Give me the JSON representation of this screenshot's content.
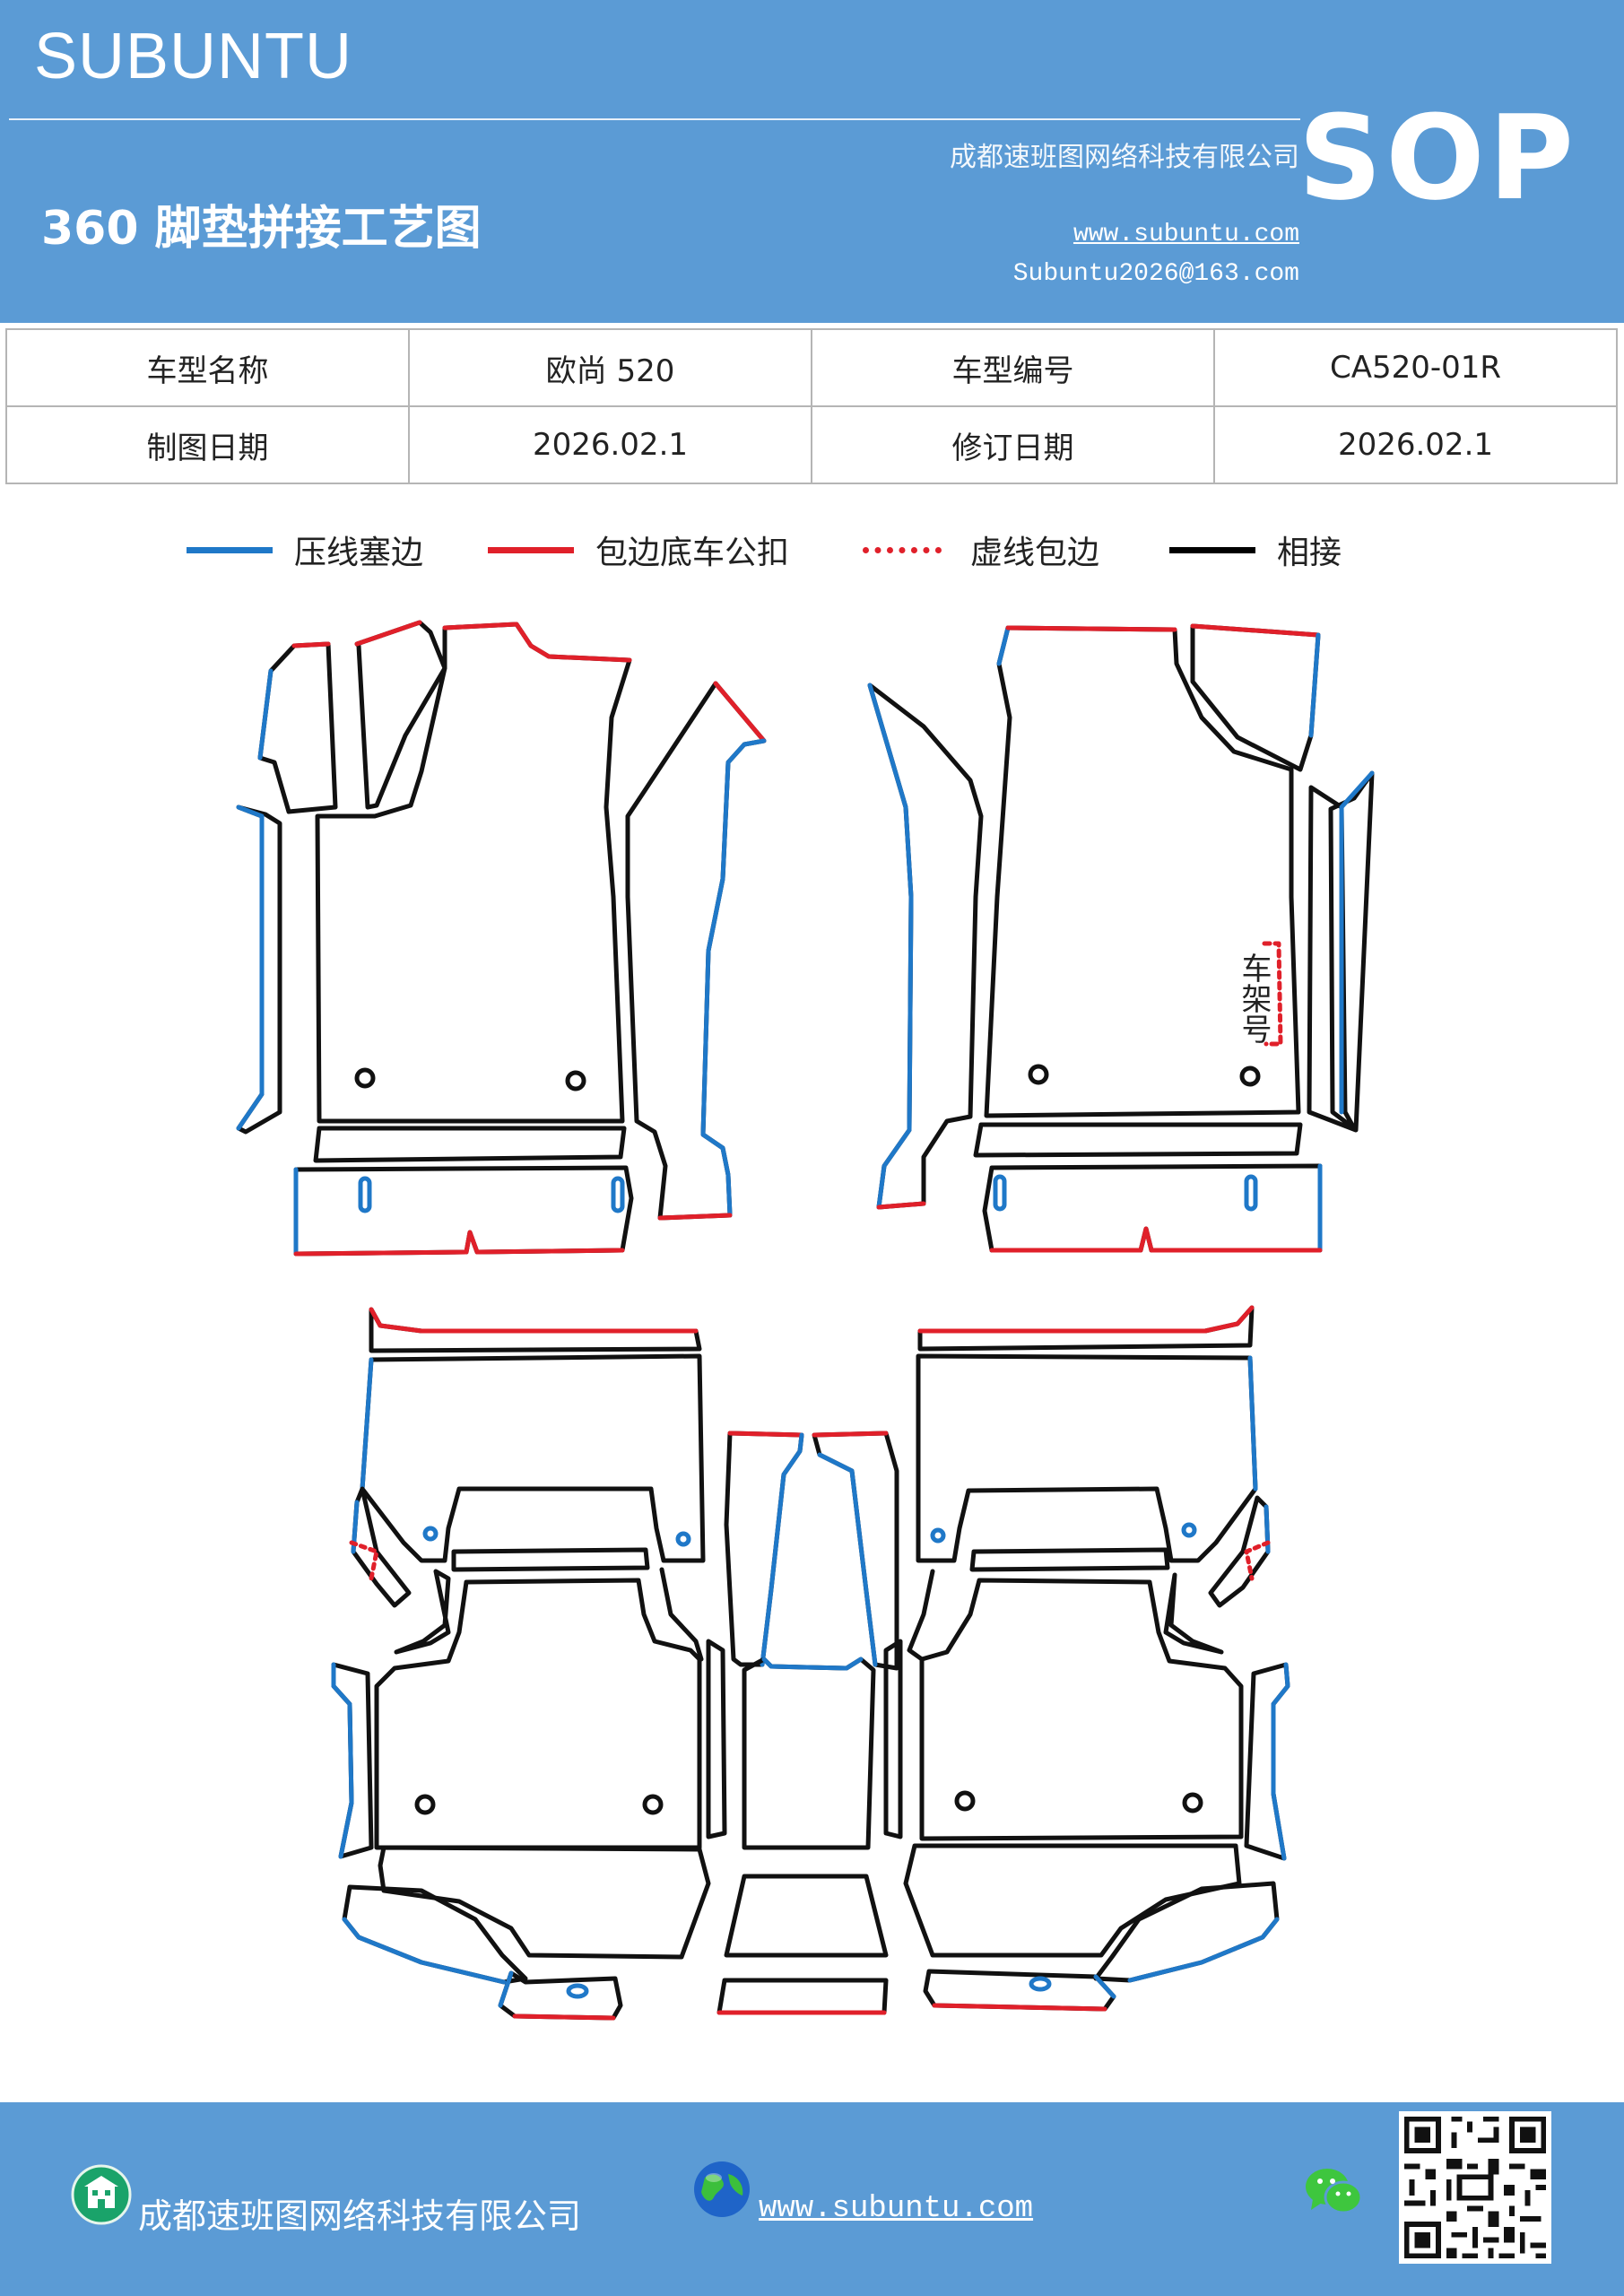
{
  "header": {
    "brand": "SUBUNTU",
    "company": "成都速班图网络科技有限公司",
    "title": "360 脚垫拼接工艺图",
    "website": "www.subuntu.com",
    "email": "Subuntu2026@163.com",
    "badge": "SOP"
  },
  "info_table": [
    [
      "车型名称",
      "欧尚 520",
      "车型编号",
      "CA520-01R"
    ],
    [
      "制图日期",
      "2026.02.1",
      "修订日期",
      "2026.02.1"
    ]
  ],
  "legend": [
    {
      "label": "压线塞边",
      "color": "#1f78c8",
      "style": "solid"
    },
    {
      "label": "包边底车公扣",
      "color": "#e0202a",
      "style": "solid"
    },
    {
      "label": "虚线包边",
      "color": "#e0202a",
      "style": "dotted"
    },
    {
      "label": "相接",
      "color": "#000000",
      "style": "solid"
    }
  ],
  "drawing": {
    "frame_label": "车架号"
  },
  "footer": {
    "company": "成都速班图网络科技有限公司",
    "website": "www.subuntu.com",
    "icons": [
      "building-icon",
      "globe-icon",
      "wechat-icon",
      "qr-code"
    ]
  },
  "colors": {
    "header_bg": "#5b9bd5",
    "blue_edge": "#1f78c8",
    "red_edge": "#e0202a",
    "black_edge": "#111111"
  }
}
